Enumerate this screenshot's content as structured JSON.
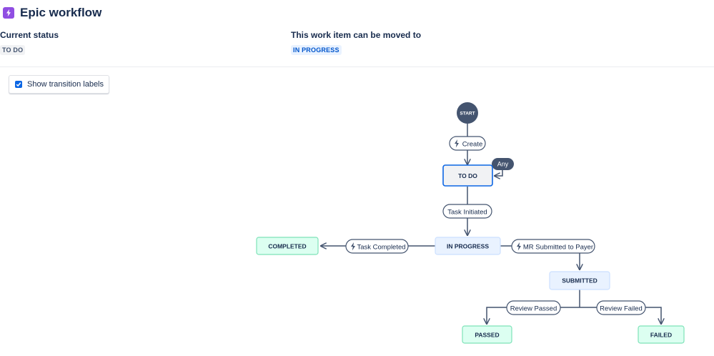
{
  "header": {
    "title": "Epic workflow",
    "icon": "lightning-icon",
    "icon_color": "#904ee2"
  },
  "current": {
    "label": "Current status",
    "value": "TO DO"
  },
  "next": {
    "label": "This work item can be moved to",
    "value": "IN PROGRESS"
  },
  "toggle": {
    "label": "Show transition labels",
    "checked": true
  },
  "workflow": {
    "start_label": "START",
    "statuses": {
      "todo": "TO DO",
      "in_progress": "IN PROGRESS",
      "completed": "COMPLETED",
      "submitted": "SUBMITTED",
      "passed": "PASSED",
      "failed": "FAILED"
    },
    "transitions": {
      "create": "Create",
      "any": "Any",
      "task_initiated": "Task Initiated",
      "task_completed": "Task Completed",
      "mr_submitted": "MR Submitted to Payer",
      "review_passed": "Review Passed",
      "review_failed": "Review Failed"
    }
  },
  "colors": {
    "todo_fill": "#f1f2f4",
    "todo_border": "#0c66e4",
    "progress_fill": "#e9f2ff",
    "progress_border": "#cce0ff",
    "done_fill": "#dcfff1",
    "done_border": "#7ee2b8",
    "start_fill": "#44546f",
    "line": "#44546f"
  }
}
